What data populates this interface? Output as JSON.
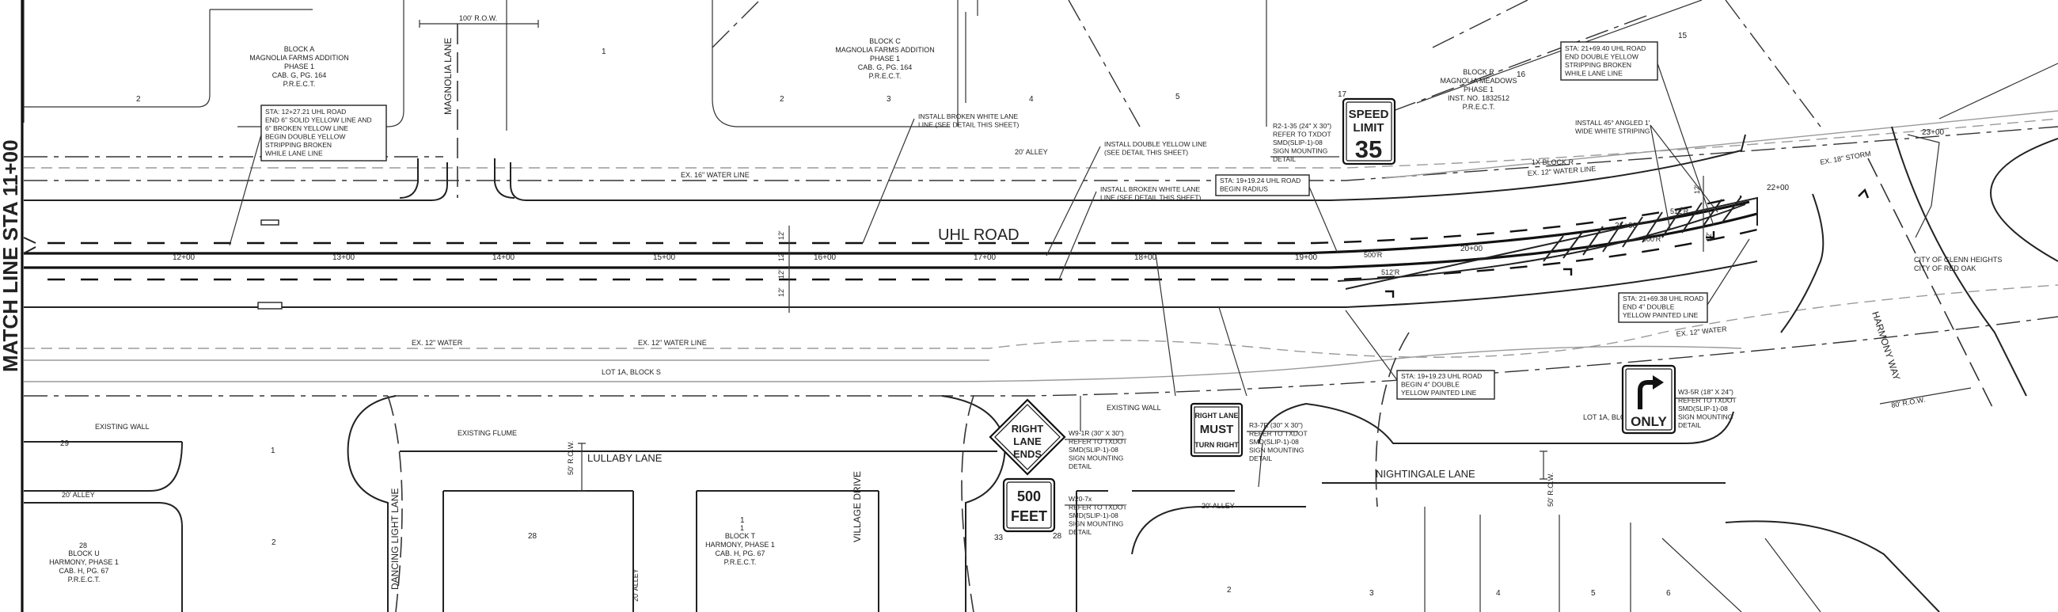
{
  "match_line": "MATCH LINE STA 11+00",
  "road_name": "UHL ROAD",
  "stations": [
    "12+00",
    "13+00",
    "14+00",
    "15+00",
    "16+00",
    "17+00",
    "18+00",
    "19+00",
    "20+00",
    "21+00",
    "22+00",
    "23+00"
  ],
  "streets": {
    "magnolia": "MAGNOLIA LANE",
    "lullaby": "LULLABY LANE",
    "dancing": "DANCING LIGHT LANE",
    "village": "VILLAGE DRIVE",
    "nightingale": "NIGHTINGALE LANE",
    "harmony": "HARMONY WAY",
    "alley_top": "20' ALLEY",
    "alley_left": "20' ALLEY",
    "alley_bottom": "20' ALLEY",
    "alley_right": "20' ALLEY"
  },
  "row": {
    "top": "100' R.O.W.",
    "lullaby": "50' R.O.W.",
    "nightingale": "50' R.O.W.",
    "harmony": "80' R.O.W."
  },
  "utilities": {
    "water_top": "EX. 16\" WATER LINE",
    "water_top_r": "EX. 12\" WATER LINE",
    "water_bot": "EX. 12\" WATER",
    "water_bot2": "EX. 12\" WATER LINE",
    "water_bot_r": "EX. 12\" WATER",
    "storm": "EX. 18\" STORM",
    "existing_wall": "EXISTING WALL",
    "existing_wall2": "EXISTING WALL",
    "existing_flume": "EXISTING FLUME",
    "city1": "CITY OF GLENN HEIGHTS",
    "city2": "CITY OF RED OAK"
  },
  "blocks": {
    "a": [
      "BLOCK A",
      "MAGNOLIA FARMS ADDITION",
      "PHASE 1",
      "CAB. G, PG. 164",
      "P.R.E.C.T."
    ],
    "c": [
      "BLOCK C",
      "MAGNOLIA FARMS ADDITION",
      "PHASE 1",
      "CAB. G, PG. 164",
      "P.R.E.C.T."
    ],
    "r": [
      "BLOCK R",
      "MAGNOLIA MEADOWS",
      "PHASE 1",
      "INST. NO. 1832512",
      "P.R.E.C.T."
    ],
    "u": [
      "BLOCK U",
      "HARMONY, PHASE 1",
      "CAB. H, PG. 67",
      "P.R.E.C.T."
    ],
    "t": [
      "BLOCK T",
      "HARMONY, PHASE 1",
      "CAB. H, PG. 67",
      "P.R.E.C.T."
    ],
    "lot1a_left": "LOT 1A, BLOCK S",
    "lot1a_right": "LOT 1A, BLOCK S",
    "block_1x": "1X BLOCK R"
  },
  "lots": {
    "top": [
      "2",
      "1",
      "2",
      "3",
      "4",
      "5",
      "17",
      "16",
      "15"
    ],
    "bottom": [
      "29",
      "1",
      "2",
      "28",
      "1",
      "33",
      "28",
      "2",
      "3",
      "4",
      "5",
      "6"
    ],
    "u_number": "28",
    "t_number": "1"
  },
  "callouts": {
    "sta12": [
      "STA: 12+27.21 UHL ROAD",
      "END 6\" SOLID YELLOW LINE AND",
      "6\" BROKEN YELLOW LINE",
      "BEGIN DOUBLE YELLOW",
      "STRIPPING BROKEN",
      "WHILE LANE LINE"
    ],
    "broken_white1": [
      "INSTALL BROKEN WHITE LANE",
      "LINE (SEE DETAIL THIS SHEET)"
    ],
    "double_yellow": [
      "INSTALL DOUBLE YELLOW LINE",
      "(SEE DETAIL THIS SHEET)"
    ],
    "broken_white2": [
      "INSTALL BROKEN WHITE LANE",
      "LINE (SEE DETAIL THIS SHEET)"
    ],
    "r2": [
      "R2-1-35 (24\" X 30\")",
      "REFER TO TXDOT",
      "SMD(SLIP-1)-08",
      "SIGN MOUNTING",
      "DETAIL"
    ],
    "sta1924": [
      "STA: 19+19.24 UHL ROAD",
      "BEGIN RADIUS"
    ],
    "sta2169_40": [
      "STA: 21+69.40 UHL ROAD",
      "END DOUBLE YELLOW",
      "STRIPPING BROKEN",
      "WHILE LANE LINE"
    ],
    "angled": [
      "INSTALL 45° ANGLED 1'",
      "WIDE WHITE STRIPING"
    ],
    "sta2169_38": [
      "STA: 21+69.38 UHL ROAD",
      "END 4\" DOUBLE",
      "YELLOW PAINTED LINE"
    ],
    "sta1923": [
      "STA: 19+19.23 UHL ROAD",
      "BEGIN 4\" DOUBLE",
      "YELLOW PAINTED LINE"
    ],
    "w9": [
      "W9-1R (30\" X 30\")",
      "REFER TO TXDOT",
      "SMD(SLIP-1)-08",
      "SIGN MOUNTING",
      "DETAIL"
    ],
    "w20": [
      "W20-7x",
      "REFER TO TXDOT",
      "SMD(SLIP-1)-08",
      "SIGN MOUNTING",
      "DETAIL"
    ],
    "r3": [
      "R3-7R (30\" X 30\")",
      "REFER TO TXDOT",
      "SMD(SLIP-1)-08",
      "SIGN MOUNTING",
      "DETAIL"
    ],
    "w3": [
      "W3-5R (18\" X 24\")",
      "REFER TO TXDOT",
      "SMD(SLIP-1)-08",
      "SIGN MOUNTING",
      "DETAIL"
    ]
  },
  "signs": {
    "speed": [
      "SPEED",
      "LIMIT",
      "35"
    ],
    "right_lane_ends": [
      "RIGHT",
      "LANE",
      "ENDS"
    ],
    "feet": [
      "500",
      "FEET"
    ],
    "must_turn": [
      "RIGHT LANE",
      "MUST",
      "TURN RIGHT"
    ],
    "only": "ONLY"
  },
  "dims": {
    "d12a": "12'",
    "d12b": "12'",
    "d12c": "12'",
    "d12d": "12'",
    "r500": "500'R",
    "r512a": "512'R",
    "r512b": "512'R",
    "r500b": "500'R",
    "d12r1": "12'",
    "d12r2": "12'"
  },
  "colors": {
    "line": "#222222",
    "utility": "#9a9a9a",
    "paper": "#ffffff"
  }
}
